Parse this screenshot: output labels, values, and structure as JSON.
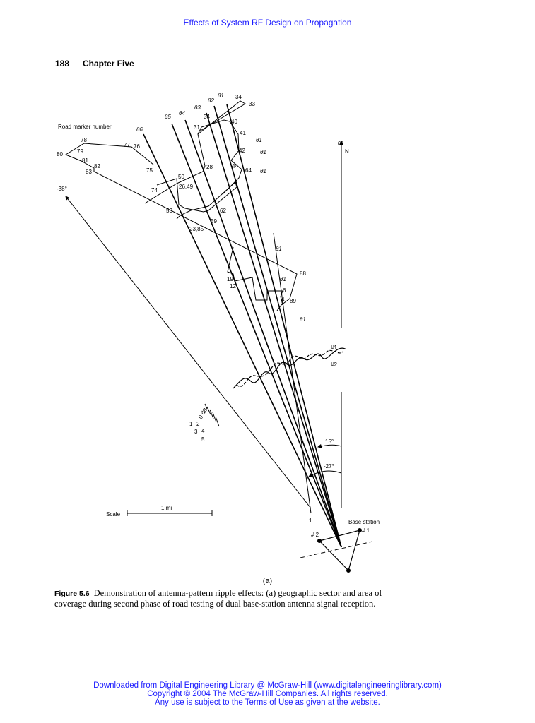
{
  "header": {
    "running_title": "Effects of System RF Design on Propagation",
    "page_number": "188",
    "chapter": "Chapter Five"
  },
  "figure": {
    "labels": {
      "road_marker": "Road marker number",
      "north_deg": "0°",
      "north": "N",
      "neg38": "-38°",
      "deg15": "15°",
      "neg27": "-27°",
      "scale": "Scale",
      "mile": "1 mi",
      "base_station": "Base station",
      "ant1": "# 1",
      "ant2": "# 2",
      "curve1": "#1",
      "curve2": "#2",
      "db0": "0 dB",
      "db1": "1",
      "db2": "2",
      "db3": "3",
      "db4": "4",
      "db5": "5",
      "one": "1",
      "theta1": "θ1",
      "theta2": "θ2",
      "theta3": "θ3",
      "theta4": "θ4",
      "theta5": "θ5",
      "theta6": "θ6"
    },
    "markers": [
      "78",
      "79",
      "80",
      "81",
      "82",
      "83",
      "77",
      "76",
      "75",
      "74",
      "50",
      "26,49",
      "53",
      "23,85",
      "59",
      "62",
      "28",
      "31",
      "34",
      "34",
      "33",
      "40",
      "41",
      "42",
      "44",
      "64",
      "88",
      "19",
      "12",
      "6",
      "4",
      "89"
    ],
    "subcaption": "(a)",
    "number": "Figure 5.6",
    "caption": "Demonstration of antenna-pattern ripple effects: (a) geographic sector and area of coverage during second phase of road testing of dual base-station antenna signal reception."
  },
  "footer": {
    "line1": "Downloaded from Digital Engineering Library @ McGraw-Hill (www.digitalengineeringlibrary.com)",
    "line2": "Copyright © 2004 The McGraw-Hill Companies. All rights reserved.",
    "line3": "Any use is subject to the Terms of Use as given at the website."
  }
}
